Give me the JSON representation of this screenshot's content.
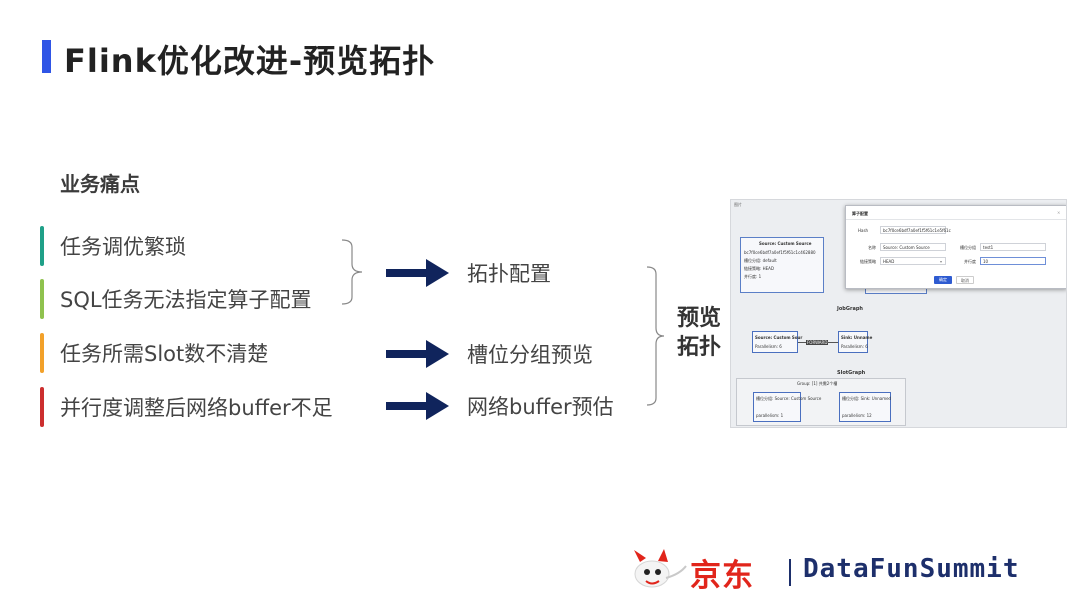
{
  "slide": {
    "title": "Flink优化改进-预览拓扑",
    "section_heading": "业务痛点"
  },
  "pain_points": [
    {
      "text": "任务调优繁琐",
      "color": "#1fa088"
    },
    {
      "text": "SQL任务无法指定算子配置",
      "color": "#8fc24e"
    },
    {
      "text": "任务所需Slot数不清楚",
      "color": "#f2a12a"
    },
    {
      "text": "并行度调整后网络buffer不足",
      "color": "#cc2e2e"
    }
  ],
  "solutions": [
    {
      "text": "拓扑配置"
    },
    {
      "text": "槽位分组预览"
    },
    {
      "text": "网络buffer预估"
    }
  ],
  "preview_label": {
    "line1": "预览",
    "line2": "拓扑"
  },
  "screenshot": {
    "corner_label": "图片",
    "modal": {
      "title": "算子配置",
      "fields": [
        {
          "label": "Hash",
          "value": "bc7f0ce6bdf7a0ef1f5f61c1e5f61c"
        },
        {
          "label": "名称",
          "value": "Source: Custom Source"
        },
        {
          "label": "槽位分组",
          "value": "test1"
        },
        {
          "label": "链接策略",
          "value": "HEAD"
        },
        {
          "label": "并行度",
          "value": "10"
        }
      ],
      "ok_label": "确定",
      "cancel_label": "取消"
    },
    "jobgraph_label": "JobGraph",
    "jobgraph_nodes": [
      {
        "name": "Source: Custom Sour",
        "detail": "Parallelism: 6"
      },
      {
        "name": "Sink: Unname",
        "detail": "Parallelism: 6"
      }
    ],
    "jobgraph_edge": "FORWARD",
    "slotgraph_label": "SlotGraph",
    "slotgraph_caption": "Group: [1] 共需2个槽",
    "slotgraph_nodes": [
      {
        "name": "槽位分组: Source: Custom Source",
        "detail": "parallelism: 1"
      },
      {
        "name": "槽位分组: Sink: Unnamed",
        "detail": "parallelism: 12"
      }
    ],
    "top_node": {
      "name": "Source: Custom Source",
      "id": "bc7f0ce6bdf7a0ef1f5f61c1c462880",
      "group": "槽位分组: default",
      "strategy": "链接策略: HEAD",
      "parallelism": "并行度: 1"
    }
  },
  "footer": {
    "jd_brand": "京东",
    "summit_brand": "DataFunSummit"
  },
  "colors": {
    "accent": "#2f55e6",
    "arrow": "#10245c",
    "jd_red": "#e1251b",
    "summit_navy": "#1d2f6b"
  }
}
